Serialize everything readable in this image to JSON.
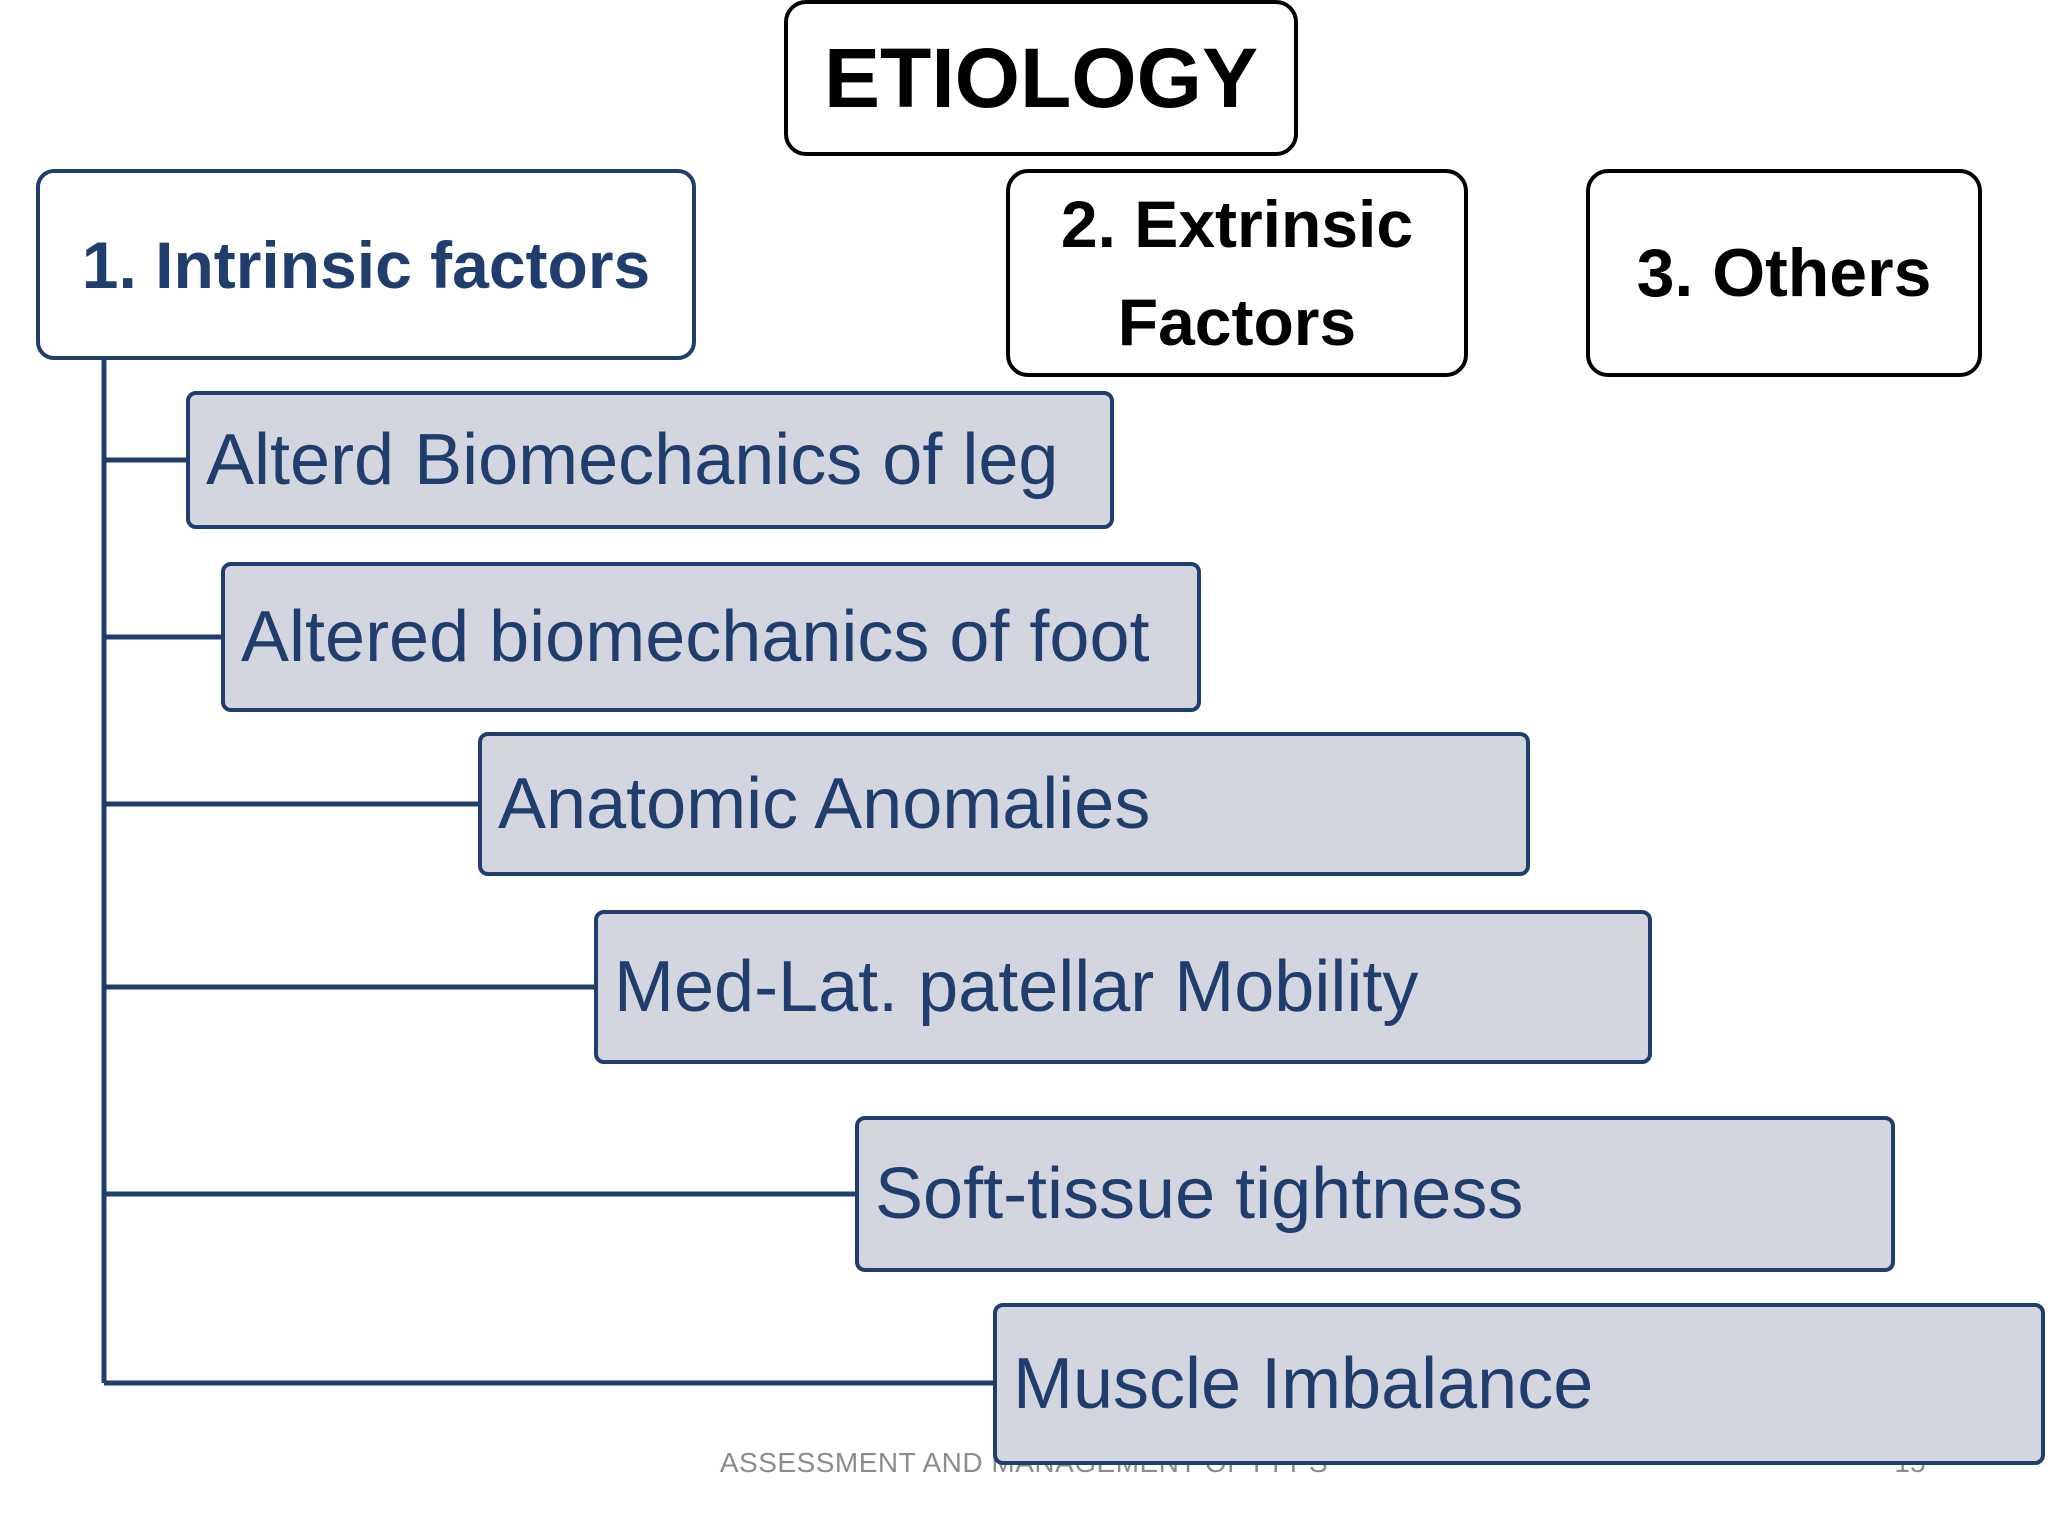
{
  "title": "ETIOLOGY",
  "categories": [
    {
      "label": "1. Intrinsic factors"
    },
    {
      "label": "2. Extrinsic Factors"
    },
    {
      "label": "3. Others"
    }
  ],
  "intrinsic_items": [
    "Alterd Biomechanics of leg",
    "Altered biomechanics of foot",
    "Anatomic Anomalies",
    "Med-Lat. patellar Mobility",
    "Soft-tissue tightness",
    "Muscle Imbalance"
  ],
  "footer": {
    "text": "ASSESSMENT AND MANAGEMENT OF PFPS",
    "page_number": "15"
  },
  "colors": {
    "accent": "#1f3e6e",
    "child_fill": "#d4d6df",
    "top_border": "#000000",
    "footer": "#8c8c8c"
  }
}
